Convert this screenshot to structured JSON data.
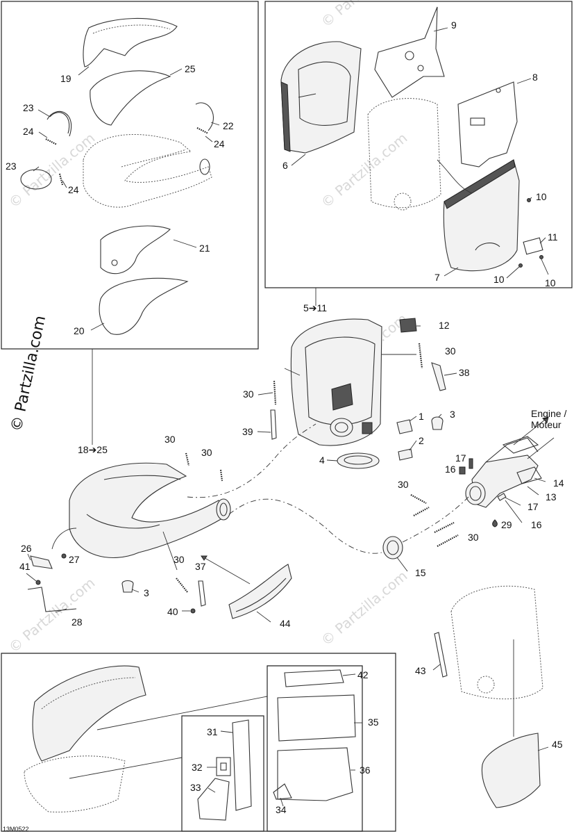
{
  "watermark_text": "© Partzilla.com",
  "brand_text": "© Partzilla.com",
  "figure_code": "13M0522",
  "engine_label": [
    "Engine /",
    "Moteur"
  ],
  "callouts": {
    "c1": "1",
    "c2": "2",
    "c3a": "3",
    "c3b": "3",
    "c4": "4",
    "c5_11": "5➔11",
    "c6": "6",
    "c7": "7",
    "c8": "8",
    "c9": "9",
    "c10a": "10",
    "c10b": "10",
    "c10c": "10",
    "c11": "11",
    "c12": "12",
    "c13": "13",
    "c14": "14",
    "c15": "15",
    "c16a": "16",
    "c16b": "16",
    "c17a": "17",
    "c17b": "17",
    "c18_25": "18➔25",
    "c19": "19",
    "c20": "20",
    "c21": "21",
    "c22": "22",
    "c23a": "23",
    "c23b": "23",
    "c24a": "24",
    "c24b": "24",
    "c24c": "24",
    "c25": "25",
    "c26": "26",
    "c27": "27",
    "c28": "28",
    "c29": "29",
    "c30a": "30",
    "c30b": "30",
    "c30c": "30",
    "c30d": "30",
    "c30e": "30",
    "c30f": "30",
    "c30g": "30",
    "c31": "31",
    "c32": "32",
    "c33": "33",
    "c34": "34",
    "c35": "35",
    "c36": "36",
    "c37": "37",
    "c38": "38",
    "c39": "39",
    "c40": "40",
    "c41": "41",
    "c42": "42",
    "c43": "43",
    "c44": "44",
    "c45": "45"
  }
}
